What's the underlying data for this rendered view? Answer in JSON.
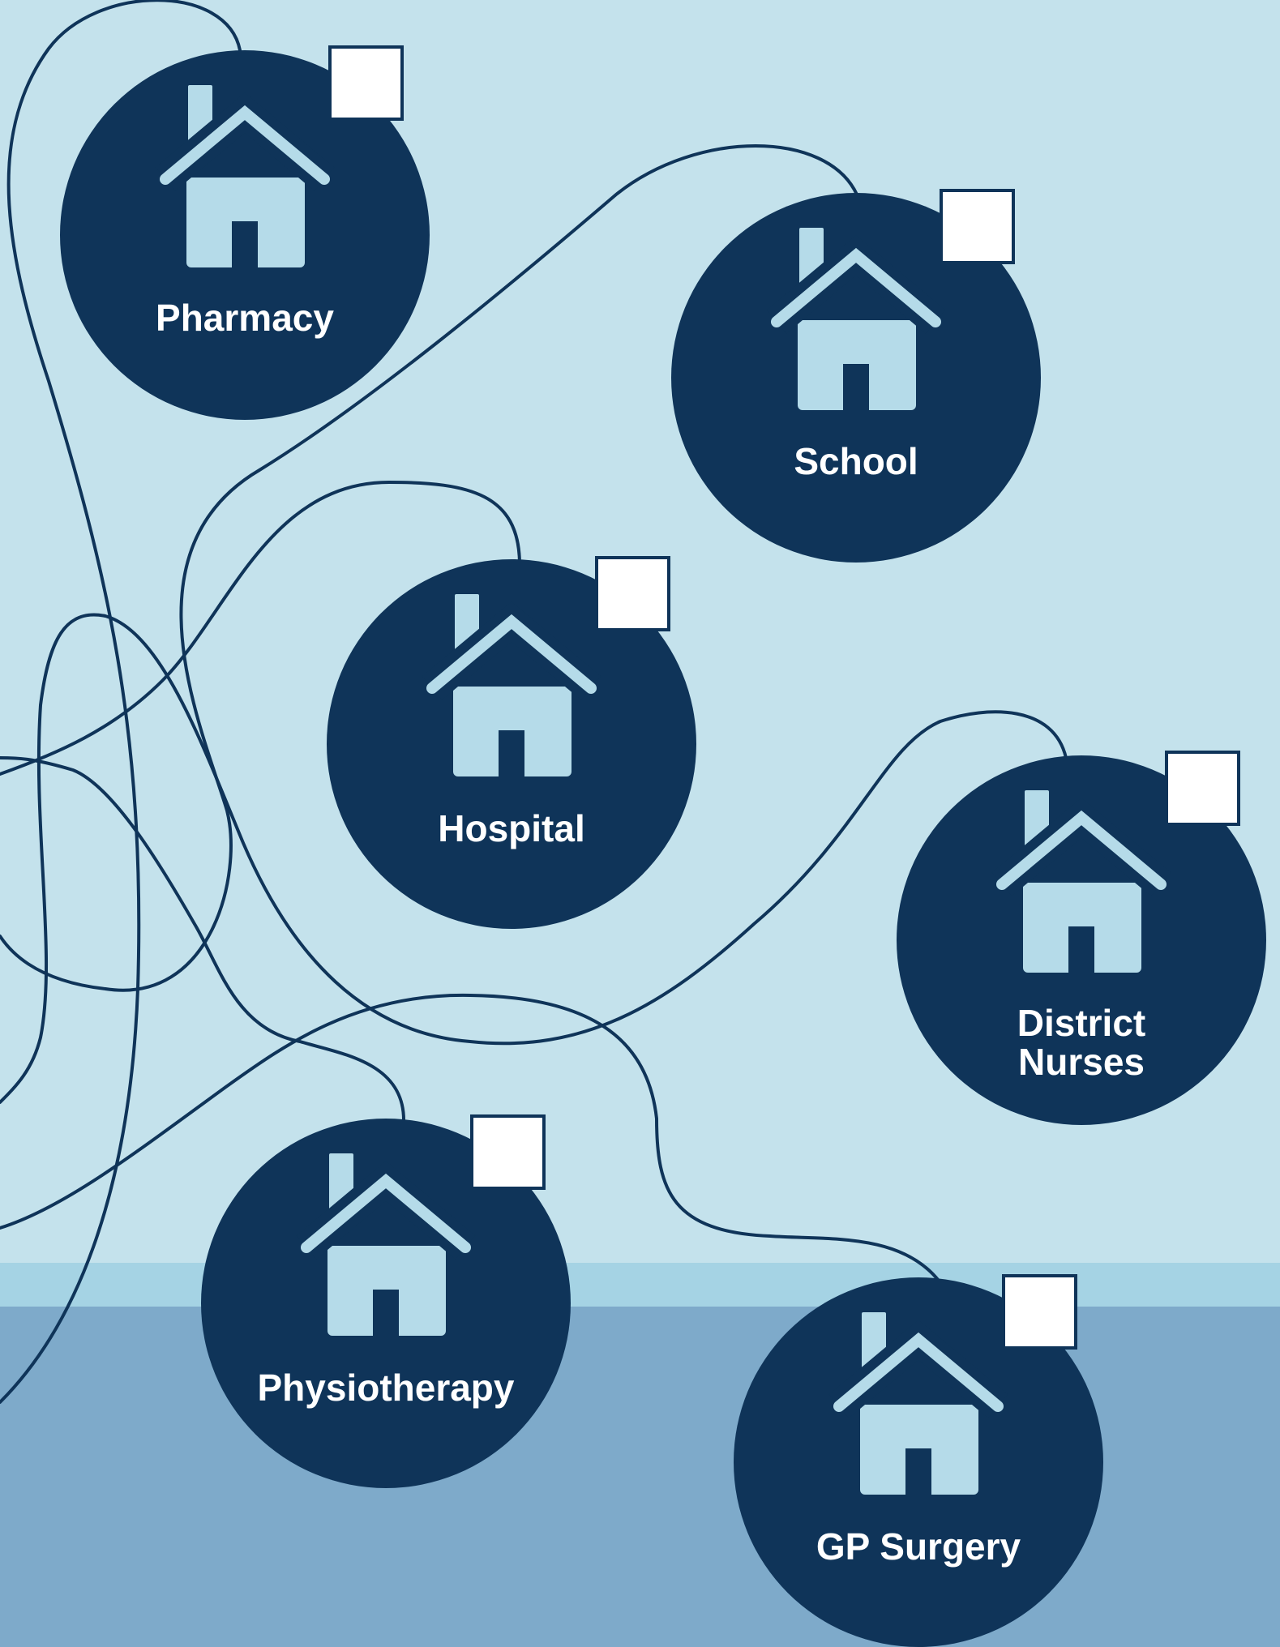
{
  "colors": {
    "background": "#c4e2ec",
    "floor_band": "#a5d3e4",
    "floor": "#7eaaca",
    "node": "#0f3459",
    "icon": "#b5dbe9",
    "line": "#0f3459",
    "checkbox_fill": "#ffffff",
    "label_text": "#ffffff"
  },
  "nodes": {
    "pharmacy": {
      "label": "Pharmacy",
      "icon": "house-icon",
      "checked": false
    },
    "school": {
      "label": "School",
      "icon": "house-icon",
      "checked": false
    },
    "hospital": {
      "label": "Hospital",
      "icon": "house-icon",
      "checked": false
    },
    "district_nurses": {
      "label_line1": "District",
      "label_line2": "Nurses",
      "icon": "house-icon",
      "checked": false
    },
    "physiotherapy": {
      "label": "Physiotherapy",
      "icon": "house-icon",
      "checked": false
    },
    "gp_surgery": {
      "label": "GP Surgery",
      "icon": "house-icon",
      "checked": false
    }
  }
}
